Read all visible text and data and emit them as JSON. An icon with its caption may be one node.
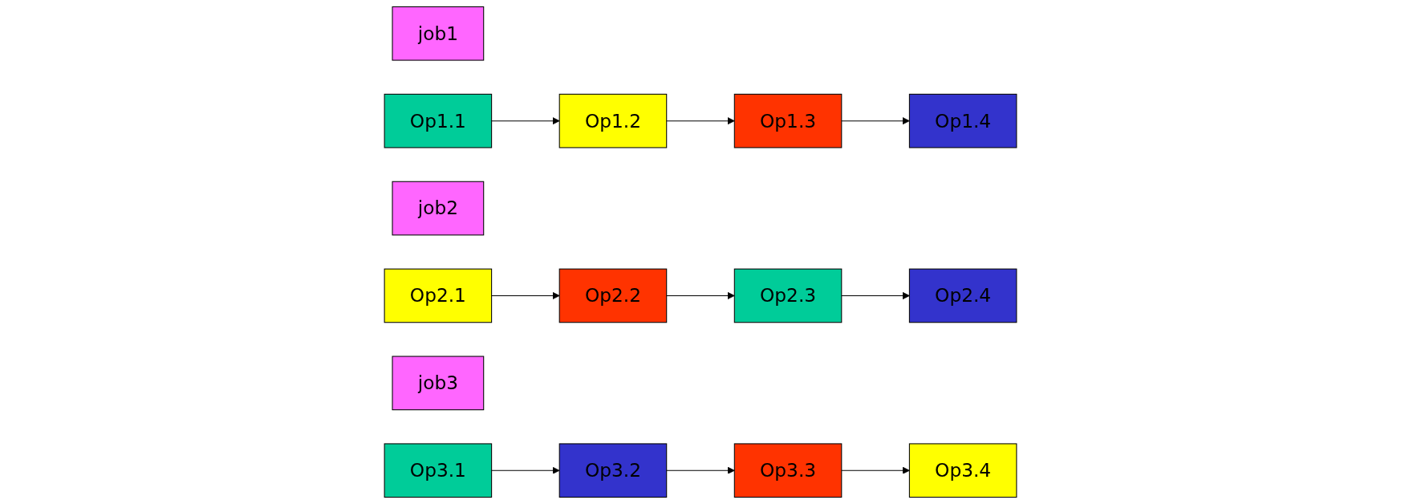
{
  "diagram": {
    "nodes": [
      {
        "text": [
          "job1"
        ]
      },
      {
        "text": [
          "Op1.1"
        ]
      },
      {
        "text": [
          "Op1.2"
        ]
      },
      {
        "text": [
          "Op1.3"
        ]
      },
      {
        "text": [
          "Op1.4"
        ]
      },
      {
        "text": [
          "job2"
        ]
      },
      {
        "text": [
          "Op2.1"
        ]
      },
      {
        "text": [
          "Op2.2"
        ]
      },
      {
        "text": [
          "Op2.3"
        ]
      },
      {
        "text": [
          "Op2.4"
        ]
      },
      {
        "text": [
          "job3"
        ]
      },
      {
        "text": [
          "Op3.1"
        ]
      },
      {
        "text": [
          "Op3.2"
        ]
      },
      {
        "text": [
          "Op3.3"
        ]
      },
      {
        "text": [
          "Op3.4"
        ]
      }
    ],
    "edges": [
      {
        "from": 1,
        "to": 2,
        "arrow": "to"
      },
      {
        "from": 2,
        "to": 3,
        "arrow": "to"
      },
      {
        "from": 3,
        "to": 4,
        "arrow": "to"
      },
      {
        "from": 6,
        "to": 7,
        "arrow": "to"
      },
      {
        "from": 7,
        "to": 8,
        "arrow": "to"
      },
      {
        "from": 8,
        "to": 9,
        "arrow": "to"
      },
      {
        "from": 11,
        "to": 12,
        "arrow": "to"
      },
      {
        "from": 12,
        "to": 13,
        "arrow": "to"
      },
      {
        "from": 13,
        "to": 14,
        "arrow": "to"
      }
    ]
  }
}
